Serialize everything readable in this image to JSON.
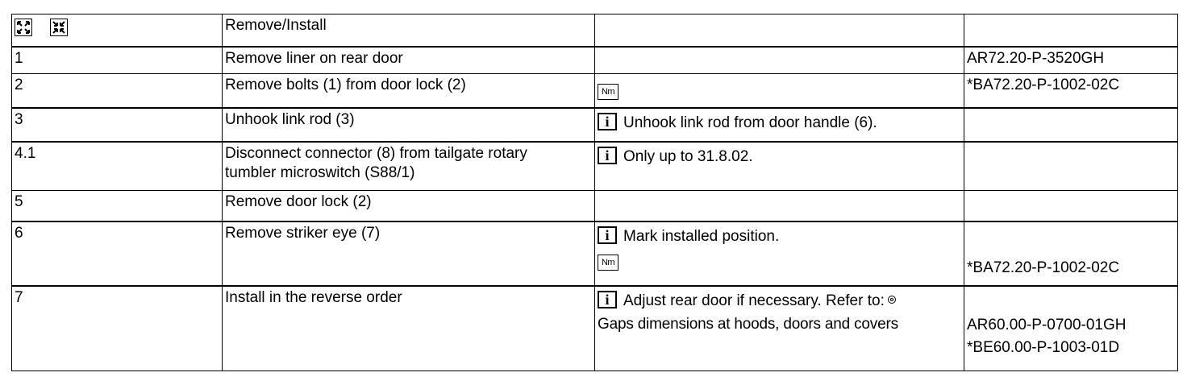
{
  "header": {
    "icons": [
      "expand-arrows-icon",
      "collapse-arrows-icon"
    ],
    "title": "Remove/Install"
  },
  "rows": [
    {
      "step": "1",
      "action": "Remove liner on rear door",
      "ref": "AR72.20-P-3520GH"
    },
    {
      "step": "2",
      "action": "Remove bolts (1) from door lock (2)",
      "note_icon": "Nm",
      "ref": "*BA72.20-P-1002-02C"
    },
    {
      "step": "3",
      "action": "Unhook link rod (3)",
      "note": "Unhook link rod from door handle  (6)."
    },
    {
      "step": "4.1",
      "action_lines": [
        "Disconnect connector (8) from tailgate rotary",
        "tumbler microswitch (S88/1)"
      ],
      "note": "Only up to  31.8.02."
    },
    {
      "step": "5",
      "action": "Remove door lock (2)"
    },
    {
      "step": "6",
      "action": "Remove striker eye (7)",
      "note": "Mark installed  position.",
      "note_icon": "Nm",
      "ref": "*BA72.20-P-1002-02C"
    },
    {
      "step": "7",
      "action": "Install in the reverse order",
      "note": "Adjust rear door  if necessary. Refer  to:",
      "note2": "Gaps dimensions at hoods, doors and covers",
      "refs": [
        "AR60.00-P-0700-01GH",
        "*BE60.00-P-1003-01D"
      ]
    }
  ]
}
